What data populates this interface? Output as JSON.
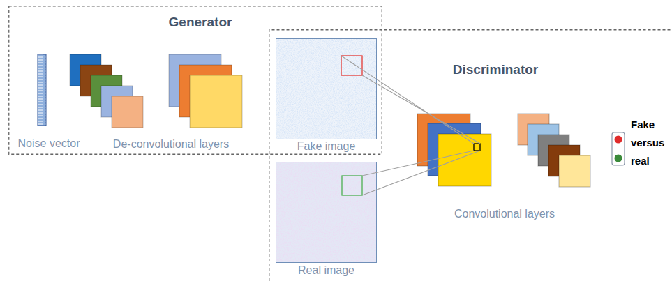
{
  "diagram": {
    "nodes": [
      {
        "text": [
          "Generator"
        ]
      },
      {
        "text": [
          "Noise vector"
        ],
        "in": 0
      },
      {
        "text": [
          "Fake image"
        ],
        "in": 0
      },
      {
        "text": [
          "Discriminator"
        ]
      },
      {
        "text": [
          "Real image"
        ],
        "in": 3
      },
      {
        "text": [
          "Convolutional layers"
        ],
        "in": 3
      },
      {
        "text": [
          "Fake versus real"
        ],
        "in": 3
      }
    ],
    "edges": [
      {
        "from": 2,
        "to": 5,
        "arrow": "none"
      },
      {
        "from": 4,
        "to": 5,
        "arrow": "none"
      }
    ],
    "labels": [
      "De-convolutional layers"
    ]
  }
}
